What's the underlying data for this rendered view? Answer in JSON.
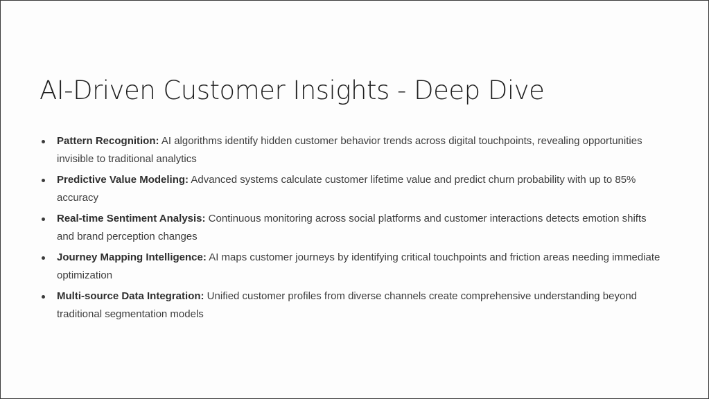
{
  "slide": {
    "title": "AI-Driven Customer Insights - Deep Dive",
    "bullets": [
      {
        "term": "Pattern Recognition:",
        "text": " AI algorithms identify hidden customer behavior trends across digital touchpoints, revealing opportunities invisible to traditional analytics"
      },
      {
        "term": "Predictive Value Modeling:",
        "text": " Advanced systems calculate customer lifetime value and predict churn probability with up to 85% accuracy"
      },
      {
        "term": "Real-time Sentiment Analysis:",
        "text": " Continuous monitoring across social platforms and customer interactions detects emotion shifts and brand perception changes"
      },
      {
        "term": "Journey Mapping Intelligence:",
        "text": " AI maps customer journeys by identifying critical touchpoints and friction areas needing immediate optimization"
      },
      {
        "term": "Multi-source Data Integration:",
        "text": " Unified customer profiles from diverse channels create comprehensive understanding beyond traditional segmentation models"
      }
    ]
  }
}
